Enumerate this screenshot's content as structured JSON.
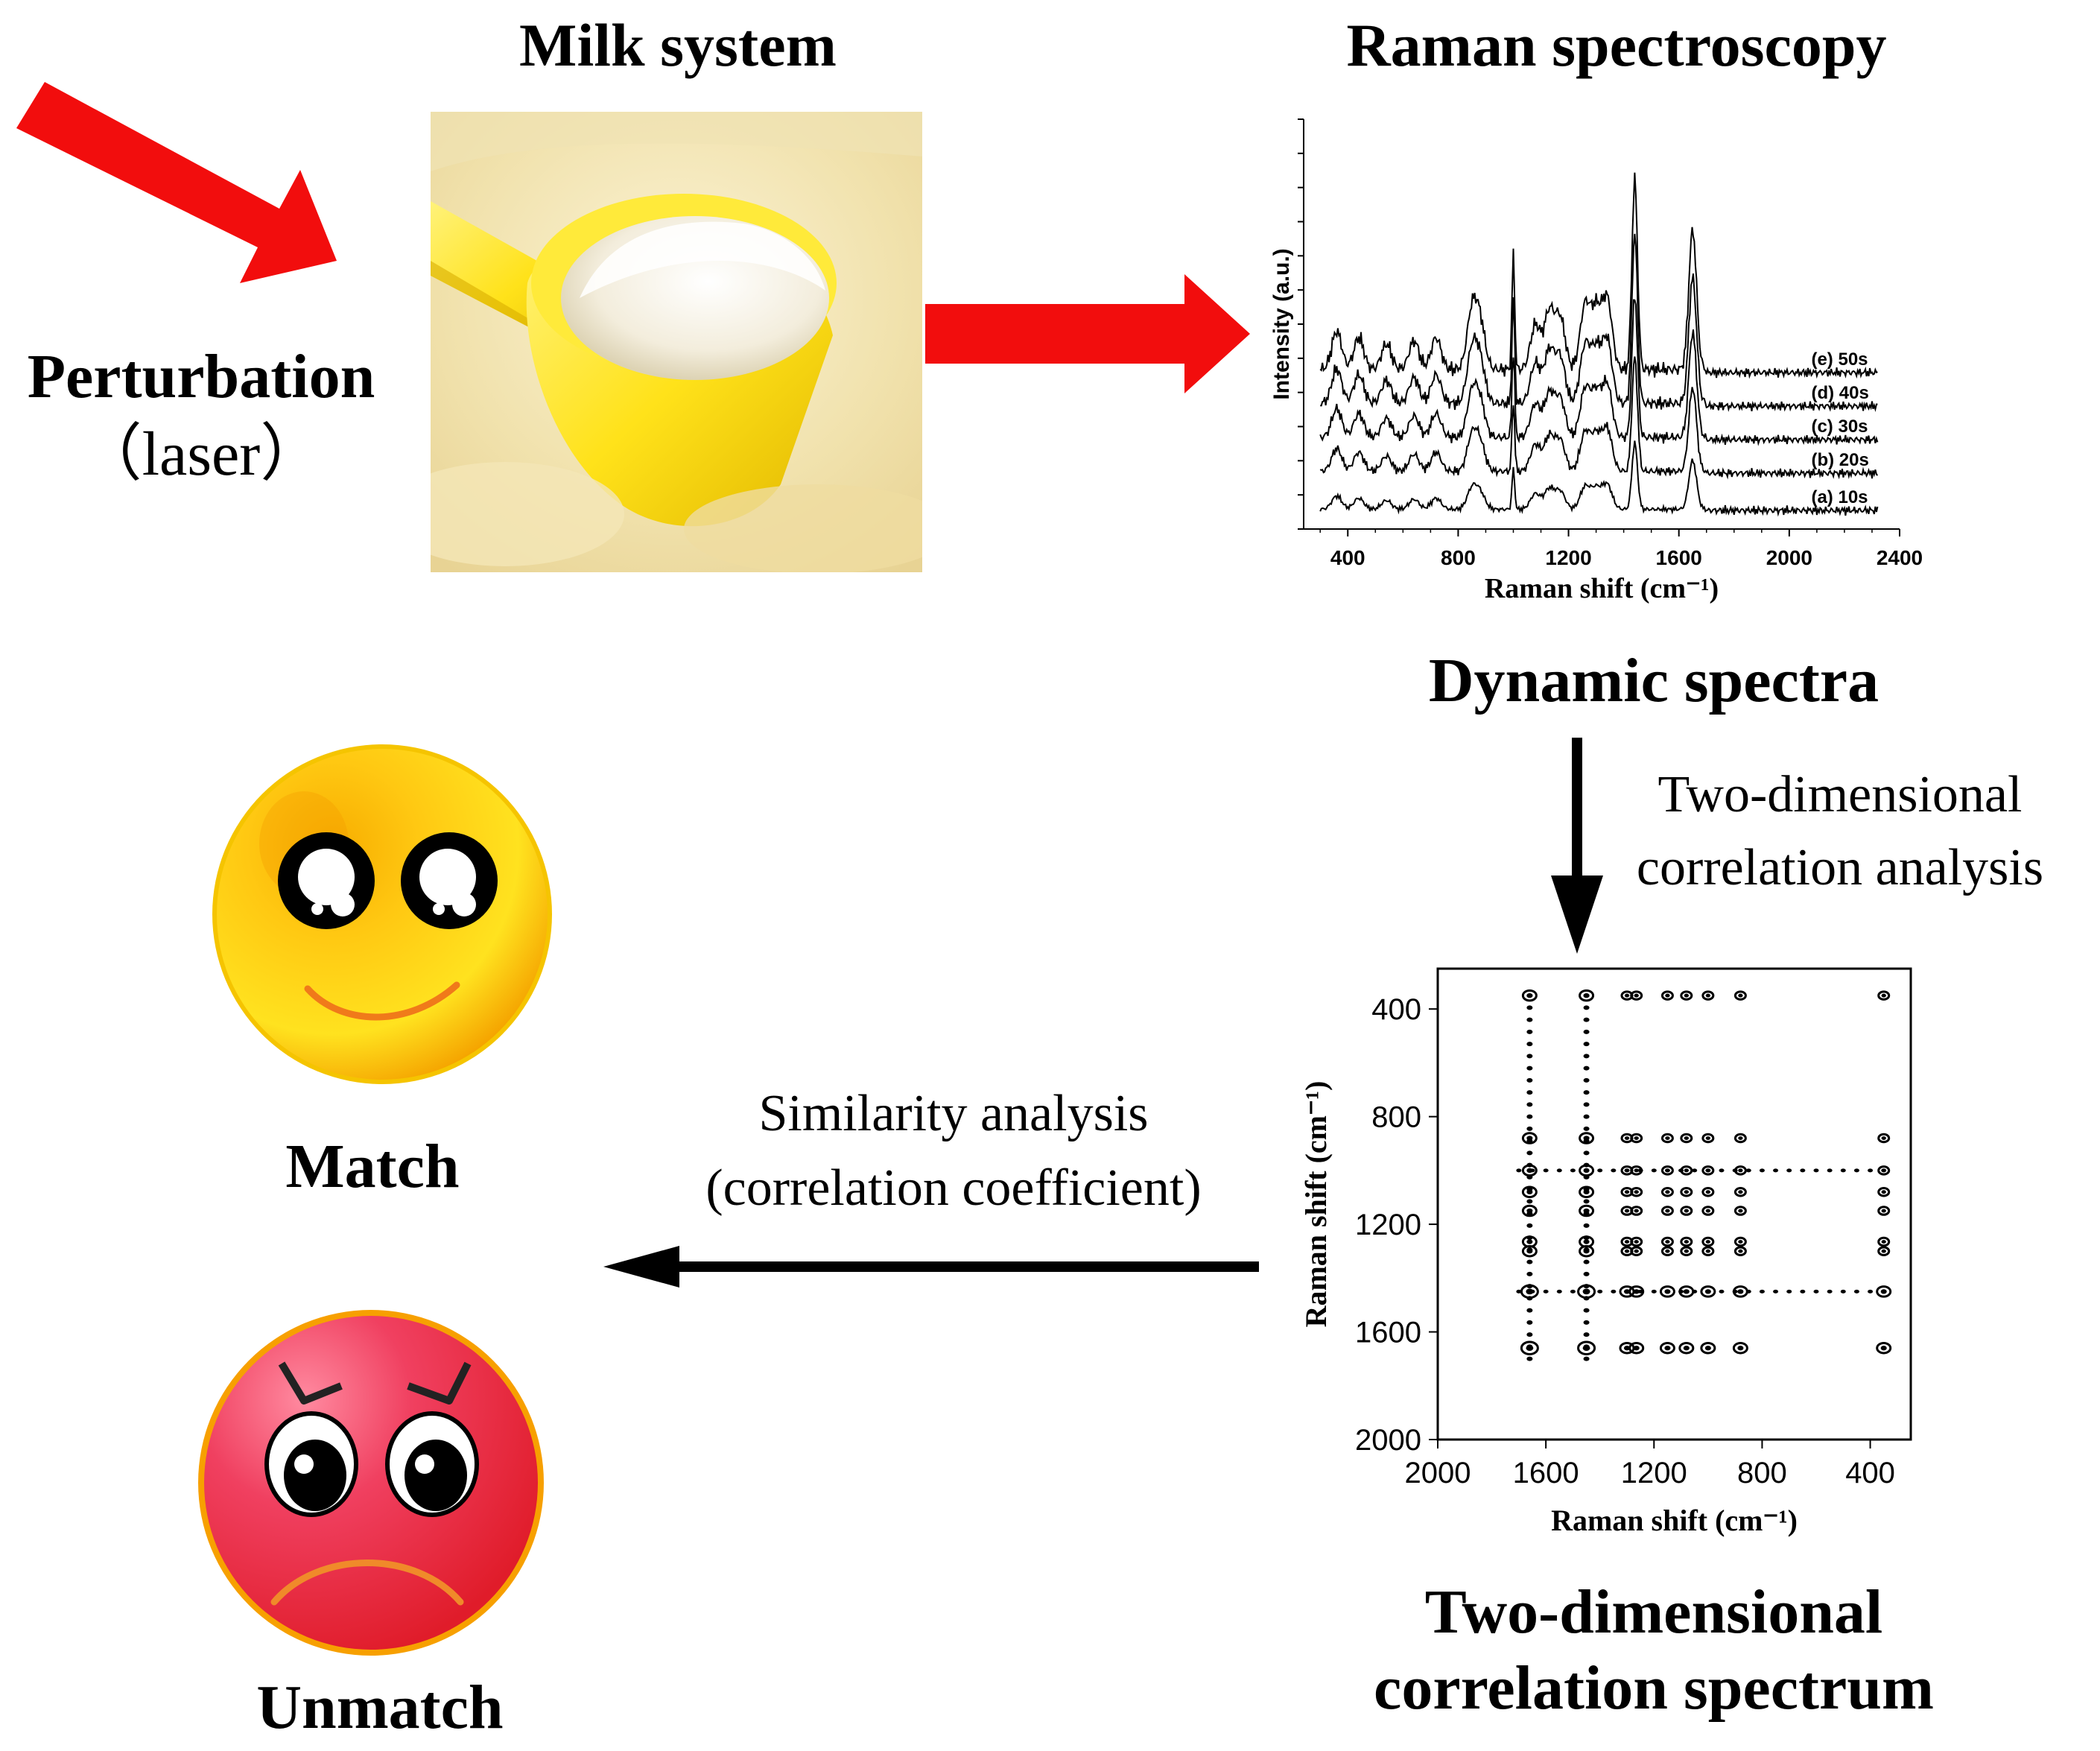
{
  "titles": {
    "milk_system": "Milk system",
    "raman_spectroscopy": "Raman spectroscopy",
    "perturbation": "Perturbation",
    "laser": "（laser）",
    "dynamic_spectra": "Dynamic spectra",
    "two_dim_analysis_line1": "Two-dimensional",
    "two_dim_analysis_line2": "correlation analysis",
    "similarity_line1": "Similarity analysis",
    "similarity_line2": "(correlation coefficient)",
    "match": "Match",
    "unmatch": "Unmatch",
    "two_dim_spectrum_line1": "Two-dimensional",
    "two_dim_spectrum_line2": "correlation spectrum"
  },
  "colors": {
    "arrow_red": "#f20d0d",
    "arrow_black": "#000000",
    "match_face": "#ffc20e",
    "unmatch_face": "#ef2a3a",
    "milk_powder": "#f3e6b8",
    "scoop_yellow": "#ffe21a"
  },
  "chart_data": [
    {
      "type": "line",
      "ylabel": "Intensity (a.u.)",
      "xlabel": "Raman shift",
      "xlabel_unit": "(cm⁻¹)",
      "x_ticks": [
        "400",
        "800",
        "1200",
        "1600",
        "2000",
        "2400"
      ],
      "xlim": [
        240,
        2400
      ],
      "series": [
        {
          "name": "(a) 10s",
          "offset": 0,
          "scale": 0.35
        },
        {
          "name": "(b) 20s",
          "offset": 1,
          "scale": 0.6
        },
        {
          "name": "(c) 30s",
          "offset": 2,
          "scale": 0.75
        },
        {
          "name": "(d) 40s",
          "offset": 3,
          "scale": 0.9
        },
        {
          "name": "(e) 50s",
          "offset": 4,
          "scale": 1.0
        }
      ],
      "peaks_cm1": [
        360,
        440,
        540,
        640,
        720,
        850,
        880,
        1000,
        1080,
        1130,
        1170,
        1260,
        1300,
        1340,
        1440,
        1650
      ]
    },
    {
      "type": "heatmap",
      "xlabel": "Raman shift",
      "ylabel": "Raman shift",
      "unit": "(cm⁻¹)",
      "x_ticks": [
        "2000",
        "1600",
        "1200",
        "800",
        "400"
      ],
      "y_ticks": [
        "400",
        "800",
        "1200",
        "1600",
        "2000"
      ],
      "xlim": [
        2000,
        250
      ],
      "ylim": [
        250,
        2000
      ],
      "peak_positions_cm1": [
        1660,
        1450,
        1300,
        1265,
        1150,
        1080,
        1000,
        880,
        350
      ]
    }
  ]
}
